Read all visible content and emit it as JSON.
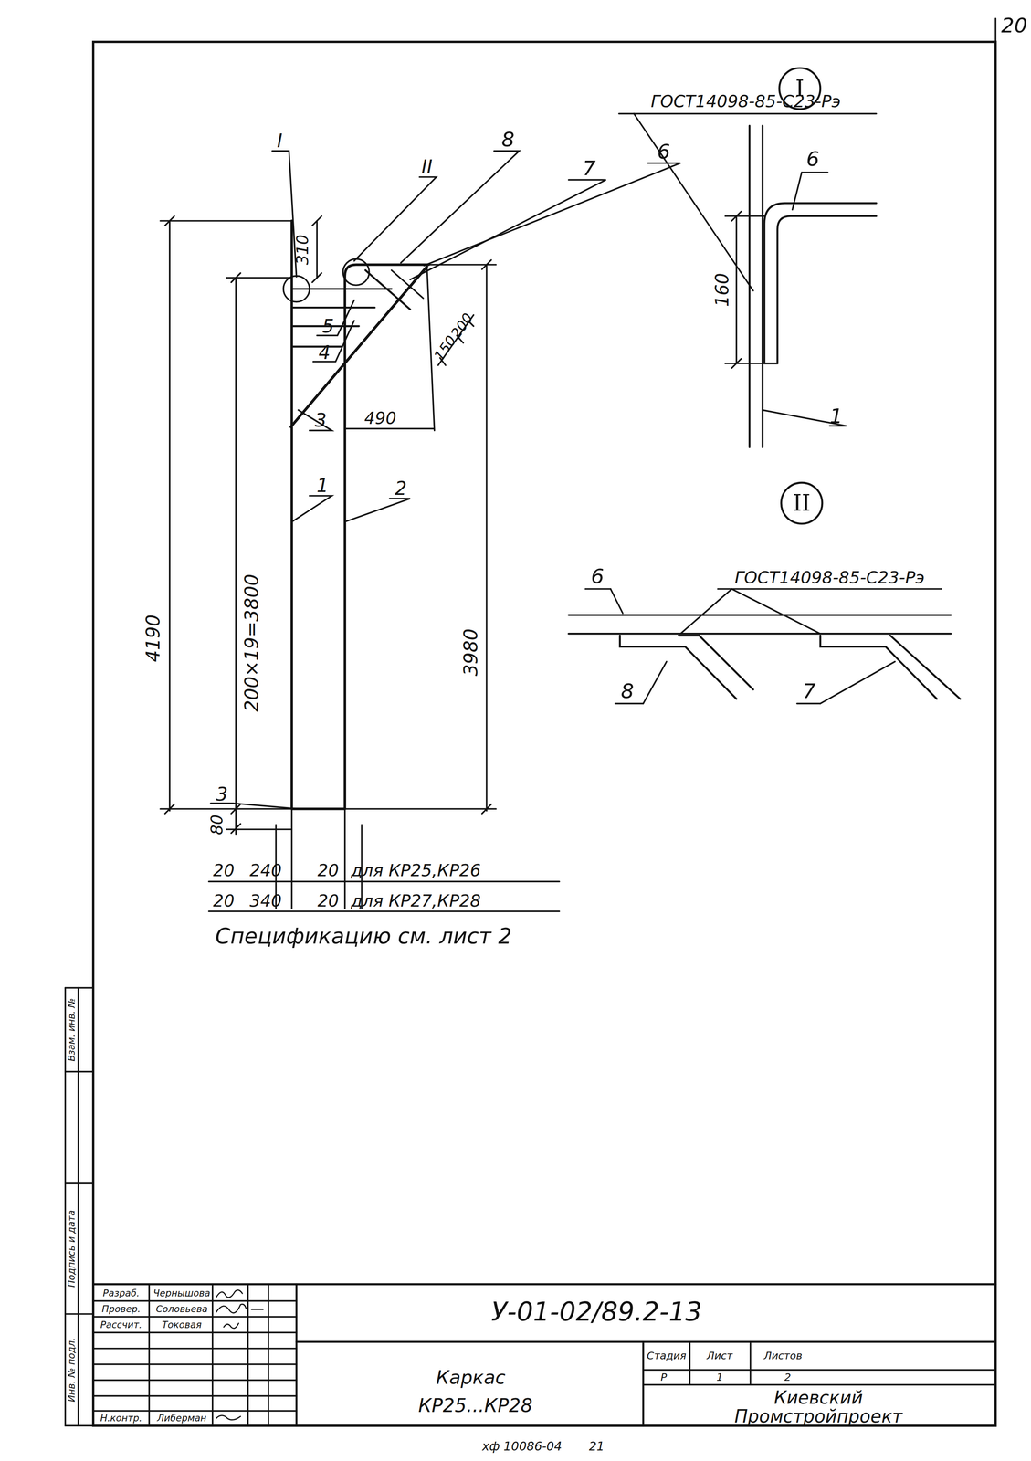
{
  "diagram": {
    "nodes": [
      {
        "text": [
          "I"
        ]
      },
      {
        "text": [
          "II"
        ]
      }
    ],
    "labels": [
      "20",
      "I",
      "II",
      "8",
      "6",
      "7",
      "310",
      "5",
      "4",
      "3",
      "490",
      "150",
      "200",
      "1",
      "2",
      "4190",
      "200×19=3800",
      "3980",
      "3",
      "80",
      "20",
      "240",
      "20",
      "для КР25,КР26",
      "20",
      "340",
      "20",
      "для КР27,КР28",
      "Спецификацию см. лист 2",
      "ГОСТ14098-85-С23-Рэ",
      "6",
      "160",
      "1",
      "6",
      "ГОСТ14098-85-С23-Рэ",
      "8",
      "7",
      "Взам. инв. №",
      "Подпись и дата",
      "Инв. № подл.",
      "Разраб.",
      "Чернышова",
      "Провер.",
      "Соловьева",
      "Рассчит.",
      "Токовая",
      "Н.контр.",
      "Либерман",
      "У-01-02/89.2-13",
      "Каркас",
      "КР25...КР28",
      "Стадия",
      "Лист",
      "Листов",
      "Р",
      "1",
      "2",
      "Киевский",
      "Промстройпроект",
      "хф 10086-04",
      "21"
    ]
  }
}
